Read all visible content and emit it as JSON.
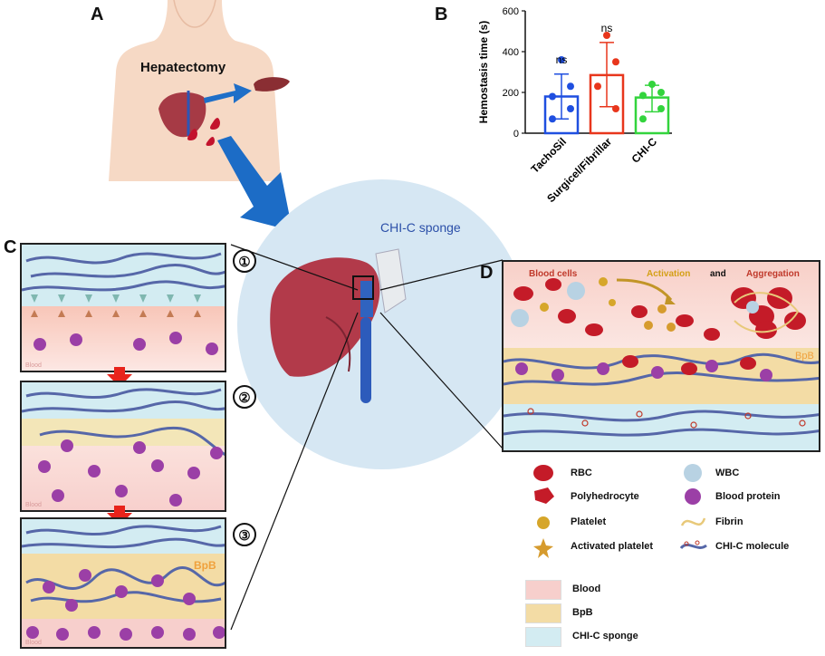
{
  "panels": {
    "a": {
      "letter": "A",
      "body_label": "Hepatectomy"
    },
    "b": {
      "letter": "B"
    },
    "c": {
      "letter": "C",
      "steps": [
        "①",
        "②",
        "③"
      ],
      "blood_label": "Blood",
      "bpb_label": "BpB"
    },
    "d": {
      "letter": "D",
      "header_blood_cells": "Blood cells",
      "header_activation": "Activation",
      "header_and": "and",
      "header_aggregation": "Aggregation",
      "bpb_label": "BpB"
    }
  },
  "center": {
    "sponge_label": "CHI-C sponge"
  },
  "legend": {
    "items": [
      {
        "key": "rbc",
        "label": "RBC"
      },
      {
        "key": "wbc",
        "label": "WBC"
      },
      {
        "key": "polyhedrocyte",
        "label": "Polyhedrocyte"
      },
      {
        "key": "blood_protein",
        "label": "Blood protein"
      },
      {
        "key": "platelet",
        "label": "Platelet"
      },
      {
        "key": "fibrin",
        "label": "Fibrin"
      },
      {
        "key": "activated_platelet",
        "label": "Activated platelet"
      },
      {
        "key": "chic_molecule",
        "label": "CHI-C molecule"
      }
    ],
    "swatches": [
      {
        "label": "Blood",
        "color": "#f7cfcc"
      },
      {
        "label": "BpB",
        "color": "#f3dca5"
      },
      {
        "label": "CHI-C sponge",
        "color": "#d3ecf2"
      }
    ]
  },
  "colors": {
    "tachosil": "#1f4fe0",
    "surgicel": "#e8361c",
    "chic": "#33d43d",
    "bg_circle": "#d6e7f3"
  },
  "chart_data": {
    "type": "scatter",
    "ylabel": "Hemostasis time (s)",
    "xlabel": "",
    "ylim": [
      0,
      600
    ],
    "yticks": [
      0,
      200,
      400,
      600
    ],
    "categories": [
      "TachoSil",
      "Surgicel/Fibrillar",
      "CHI-C"
    ],
    "bars": [
      180,
      285,
      175
    ],
    "error": [
      [
        70,
        290
      ],
      [
        130,
        445
      ],
      [
        105,
        235
      ]
    ],
    "points": [
      [
        360,
        230,
        180,
        120,
        70
      ],
      [
        480,
        350,
        230,
        120
      ],
      [
        240,
        200,
        185,
        120,
        70
      ]
    ],
    "annotations": [
      "ns",
      "ns",
      ""
    ]
  }
}
